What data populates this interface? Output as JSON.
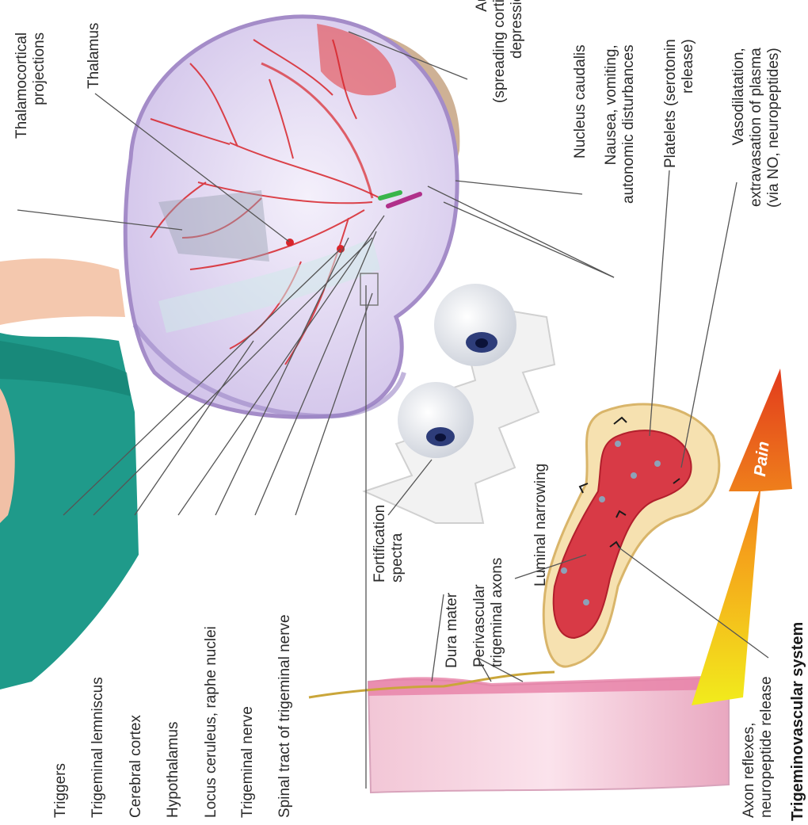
{
  "title": "Trigeminovascular system",
  "labels": {
    "thalamocortical_projections": "Thalamocortical\nprojections",
    "thalamus": "Thalamus",
    "aura": "Aura\n(spreading cortical\ndepression)",
    "nucleus_caudalis": "Nucleus caudalis",
    "nausea": "Nausea, vomiting,\nautonomic disturbances",
    "platelets": "Platelets (serotonin\nrelease)",
    "vasodilatation": "Vasodilatation,\nextravasation of plasma\n(via NO, neuropeptides)",
    "triggers": "Triggers",
    "trigeminal_lemniscus": "Trigeminal lemniscus",
    "cerebral_cortex": "Cerebral cortex",
    "hypothalamus": "Hypothalamus",
    "locus_ceruleus": "Locus ceruleus, raphe nuclei",
    "trigeminal_nerve": "Trigeminal nerve",
    "spinal_tract": "Spinal tract of trigeminal nerve",
    "fortification_spectra": "Fortification\nspectra",
    "dura_mater": "Dura mater",
    "perivascular_axons": "Perivascular\ntrigeminal axons",
    "luminal_narrowing": "Luminal narrowing",
    "axon_reflexes": "Axon reflexes,\nneuropeptide release",
    "pain": "Pain"
  },
  "colors": {
    "brain": "#ddd3ee",
    "brain_outline": "#a48cc8",
    "vessels": "#d8252b",
    "dura": "#f3bfd3",
    "arrow_top": "#e43d1c",
    "arrow_bottom": "#f0e018",
    "shirt": "#1f9a8a",
    "skin": "#f4c8ae"
  }
}
